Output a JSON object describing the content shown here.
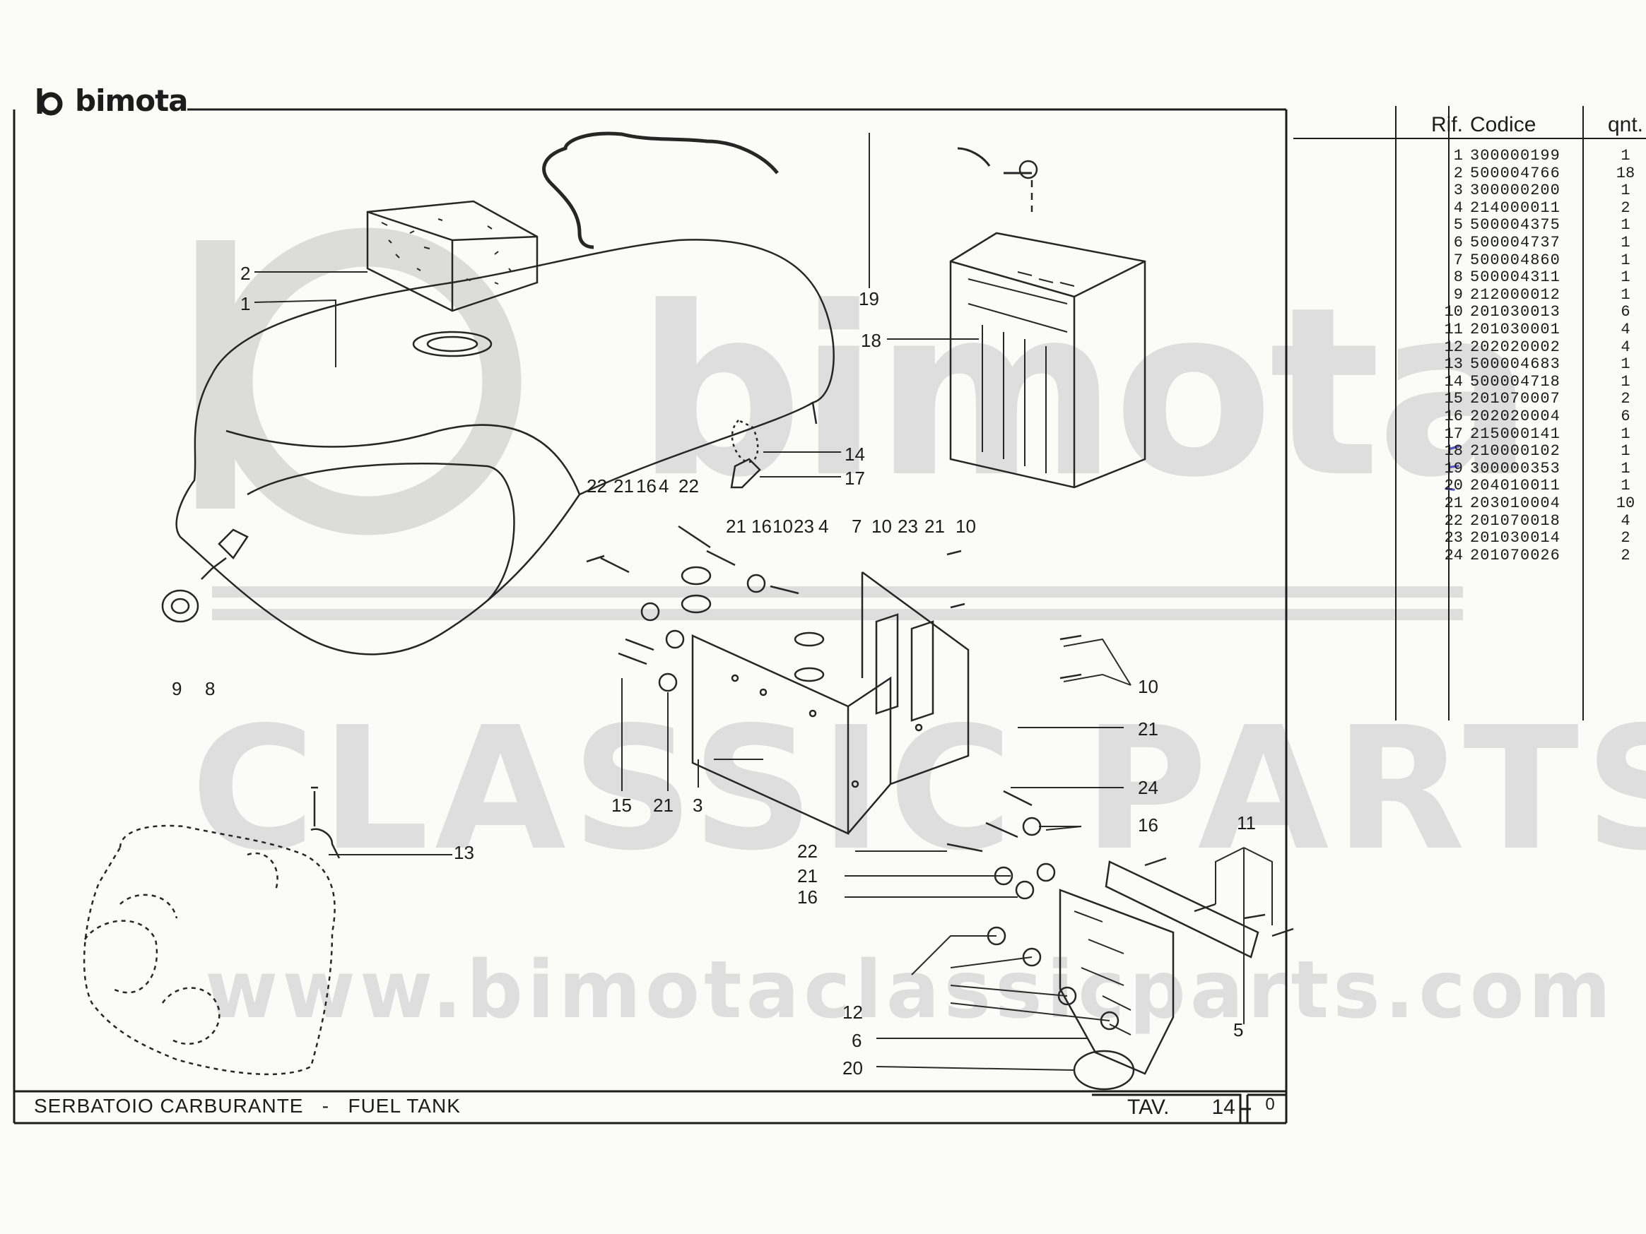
{
  "brand": {
    "name": "bimota"
  },
  "watermark": {
    "line1": "bimota",
    "line2": "CLASSIC PARTS",
    "line3": "www.bimotaclassicparts.com"
  },
  "callouts": {
    "c1": "1",
    "c2": "2",
    "c3": "3",
    "c4a": "4",
    "c4b": "4",
    "c5": "5",
    "c6": "6",
    "c7": "7",
    "c8": "8",
    "c9": "9",
    "c10a": "10",
    "c10b": "10",
    "c10c": "10",
    "c10d": "10",
    "c11": "11",
    "c12": "12",
    "c13": "13",
    "c14": "14",
    "c15": "15",
    "c16a": "16",
    "c16b": "16",
    "c16c": "16",
    "c17": "17",
    "c18": "18",
    "c19": "19",
    "c20": "20",
    "c21a": "21",
    "c21b": "21",
    "c21c": "21",
    "c21d": "21",
    "c21e": "21",
    "c21f": "21",
    "c22a": "22",
    "c22b": "22",
    "c22c": "22",
    "c23a": "23",
    "c23b": "23",
    "c24": "24"
  },
  "table": {
    "headers": {
      "rif": "Rif.",
      "codice": "Codice",
      "qnt": "qnt."
    },
    "rows": [
      {
        "rif": "1",
        "code": "300000199",
        "qnt": "1"
      },
      {
        "rif": "2",
        "code": "500004766",
        "qnt": "18"
      },
      {
        "rif": "3",
        "code": "300000200",
        "qnt": "1"
      },
      {
        "rif": "4",
        "code": "214000011",
        "qnt": "2"
      },
      {
        "rif": "5",
        "code": "500004375",
        "qnt": "1"
      },
      {
        "rif": "6",
        "code": "500004737",
        "qnt": "1"
      },
      {
        "rif": "7",
        "code": "500004860",
        "qnt": "1"
      },
      {
        "rif": "8",
        "code": "500004311",
        "qnt": "1"
      },
      {
        "rif": "9",
        "code": "212000012",
        "qnt": "1"
      },
      {
        "rif": "10",
        "code": "201030013",
        "qnt": "6"
      },
      {
        "rif": "11",
        "code": "201030001",
        "qnt": "4"
      },
      {
        "rif": "12",
        "code": "202020002",
        "qnt": "4"
      },
      {
        "rif": "13",
        "code": "500004683",
        "qnt": "1"
      },
      {
        "rif": "14",
        "code": "500004718",
        "qnt": "1"
      },
      {
        "rif": "15",
        "code": "201070007",
        "qnt": "2"
      },
      {
        "rif": "16",
        "code": "202020004",
        "qnt": "6"
      },
      {
        "rif": "17",
        "code": "215000141",
        "qnt": "1"
      },
      {
        "rif": "18",
        "code": "210000102",
        "qnt": "1"
      },
      {
        "rif": "19",
        "code": "300000353",
        "qnt": "1"
      },
      {
        "rif": "20",
        "code": "204010011",
        "qnt": "1"
      },
      {
        "rif": "21",
        "code": "203010004",
        "qnt": "10"
      },
      {
        "rif": "22",
        "code": "201070018",
        "qnt": "4"
      },
      {
        "rif": "23",
        "code": "201030014",
        "qnt": "2"
      },
      {
        "rif": "24",
        "code": "201070026",
        "qnt": "2"
      }
    ]
  },
  "footer": {
    "title": "SERBATOIO CARBURANTE   -   FUEL TANK",
    "tav_label": "TAV.",
    "tav_number": "14",
    "revision": "0"
  },
  "colors": {
    "ink": "#1c1c1c",
    "paper": "#fbfbf8",
    "watermark": "#d9d9d6",
    "pen": "#5a56c4"
  }
}
